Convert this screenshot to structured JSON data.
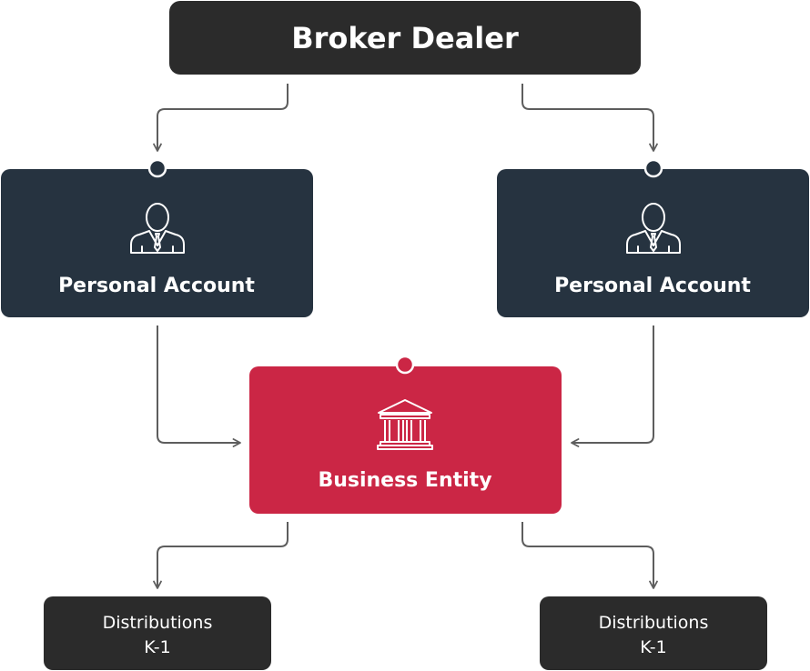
{
  "colors": {
    "dark": "#2b2b2b",
    "navy": "#263340",
    "red": "#cb2645",
    "connector": "#5d5d5d"
  },
  "nodes": {
    "broker": {
      "label": "Broker Dealer"
    },
    "personal_left": {
      "label": "Personal Account",
      "icon": "person-icon"
    },
    "personal_right": {
      "label": "Personal Account",
      "icon": "person-icon"
    },
    "business": {
      "label": "Business Entity",
      "icon": "bank-building-icon"
    },
    "dist_left": {
      "line1": "Distributions",
      "line2": "K-1"
    },
    "dist_right": {
      "line1": "Distributions",
      "line2": "K-1"
    }
  }
}
